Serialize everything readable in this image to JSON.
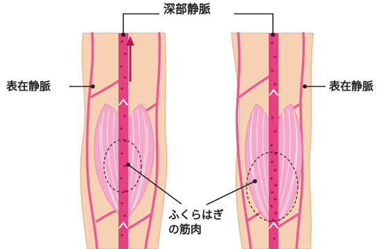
{
  "labels": {
    "deep_vein": "深部静脈",
    "superficial_vein_left": "表在静脈",
    "superficial_vein_right": "表在静脈",
    "calf_muscle_line1": "ふくらはぎ",
    "calf_muscle_line2": "の筋肉"
  },
  "colors": {
    "skin": "#f7d1b4",
    "skin_outline": "#e8b894",
    "deep_vein": "#e5407f",
    "superficial_vein": "#ea5a91",
    "muscle_fill": "#f3a9c7",
    "muscle_line": "#fbe2ee",
    "blood_dot": "#a3124a",
    "arrow": "#b01a4f",
    "valve": "#ffffff",
    "leader_line": "#222222"
  }
}
